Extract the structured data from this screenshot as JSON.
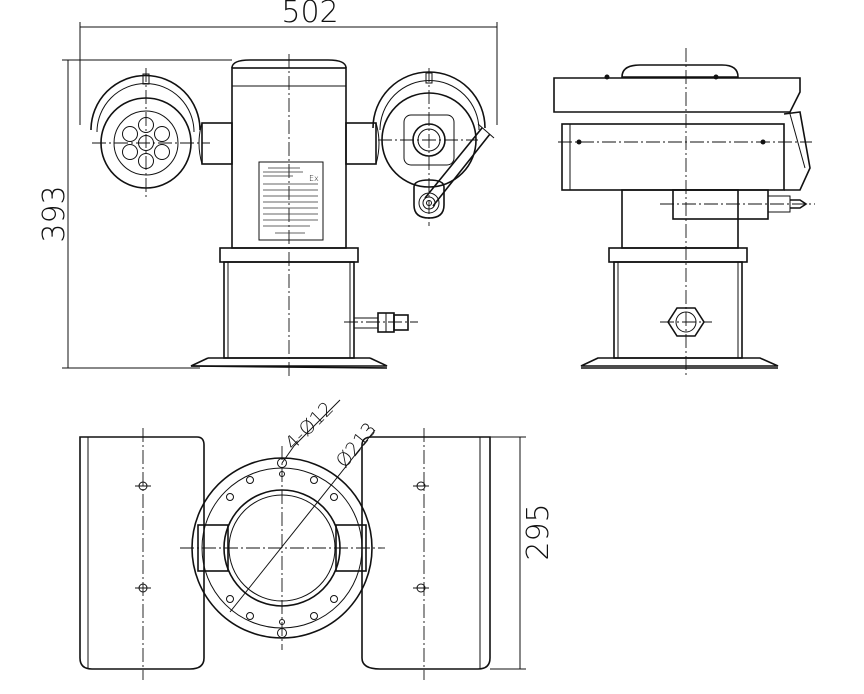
{
  "dimensions": {
    "overall_width": "502",
    "overall_height": "393",
    "depth": "295",
    "hole_spec": "4-Ø12",
    "bolt_circle": "Ø213"
  },
  "nameplate": {
    "ex_mark": "Ex"
  },
  "colors": {
    "line": "#111111",
    "background": "#ffffff"
  }
}
